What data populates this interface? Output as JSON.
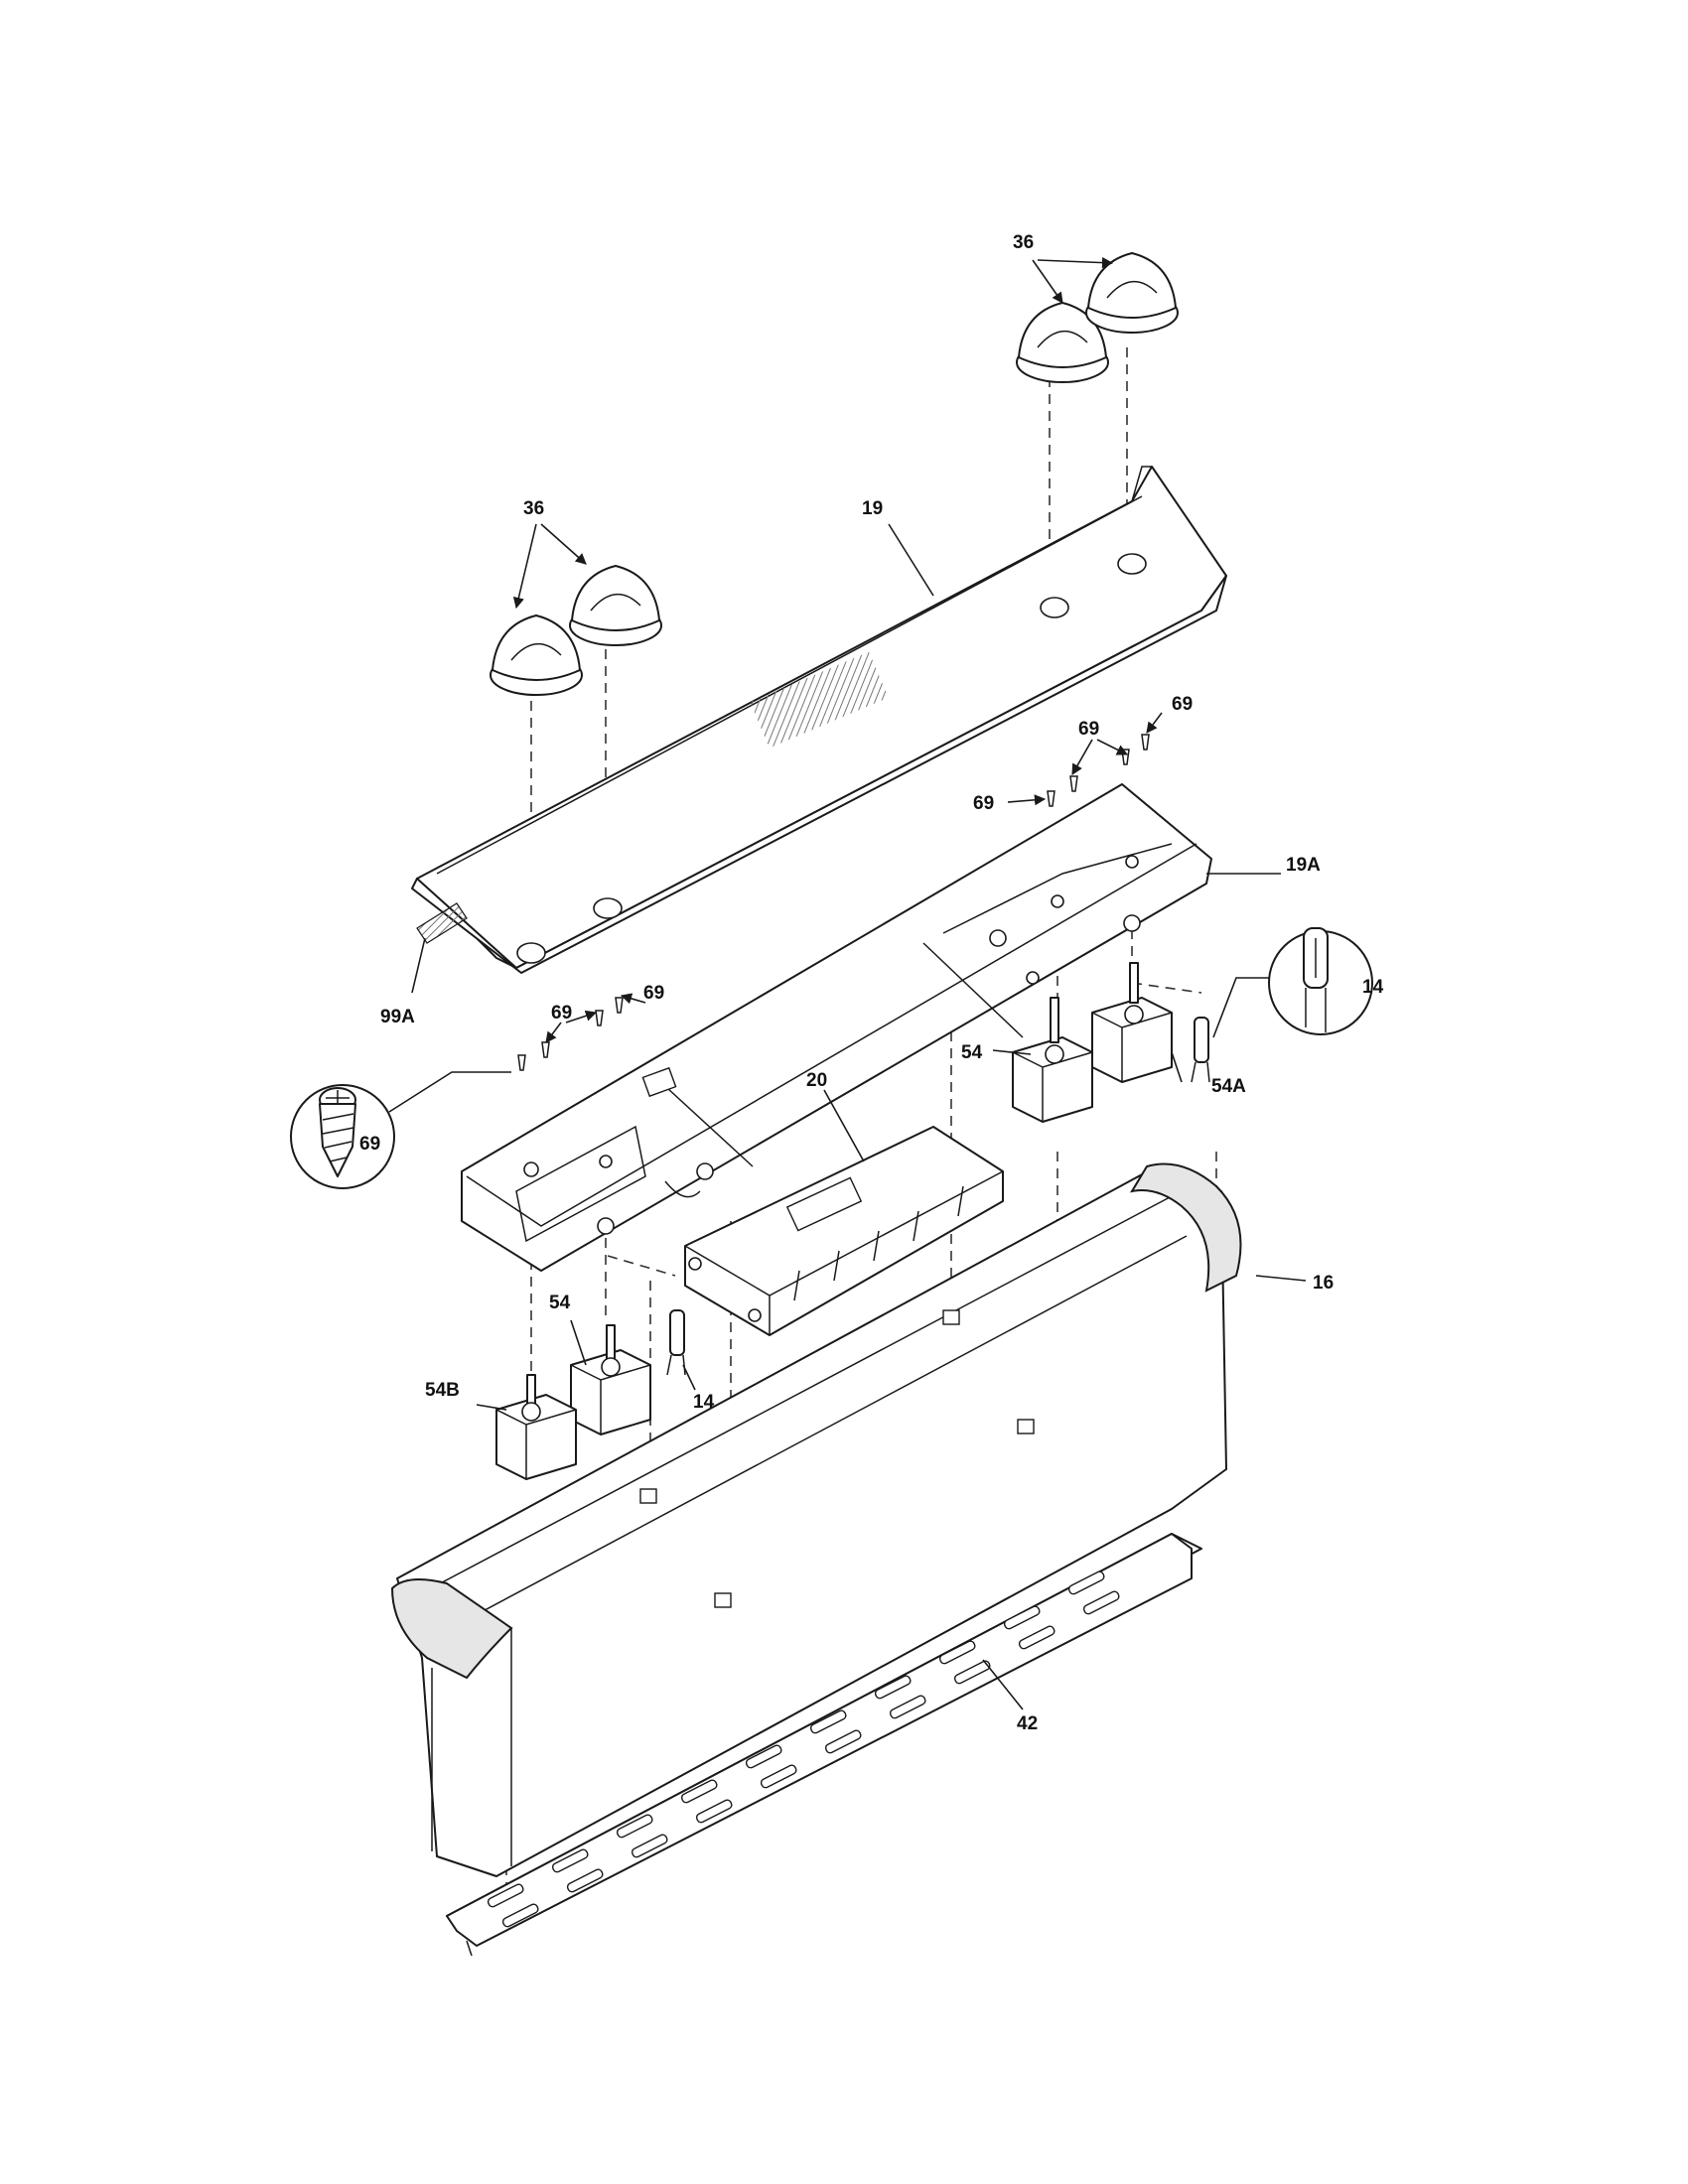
{
  "callouts": {
    "knob_top_right": "36",
    "knob_top_left": "36",
    "panel": "19",
    "panel_support": "19A",
    "ribbon": "99A",
    "screw_a": "69",
    "screw_b": "69",
    "screw_c": "69",
    "screw_d": "69",
    "screw_e": "69",
    "screw_detail": "69",
    "clock": "20",
    "switch_right": "54",
    "switch_right_a": "54A",
    "switch_left": "54",
    "switch_left_b": "54B",
    "lamp_left": "14",
    "lamp_detail": "14",
    "backguard": "16",
    "vent": "42"
  }
}
